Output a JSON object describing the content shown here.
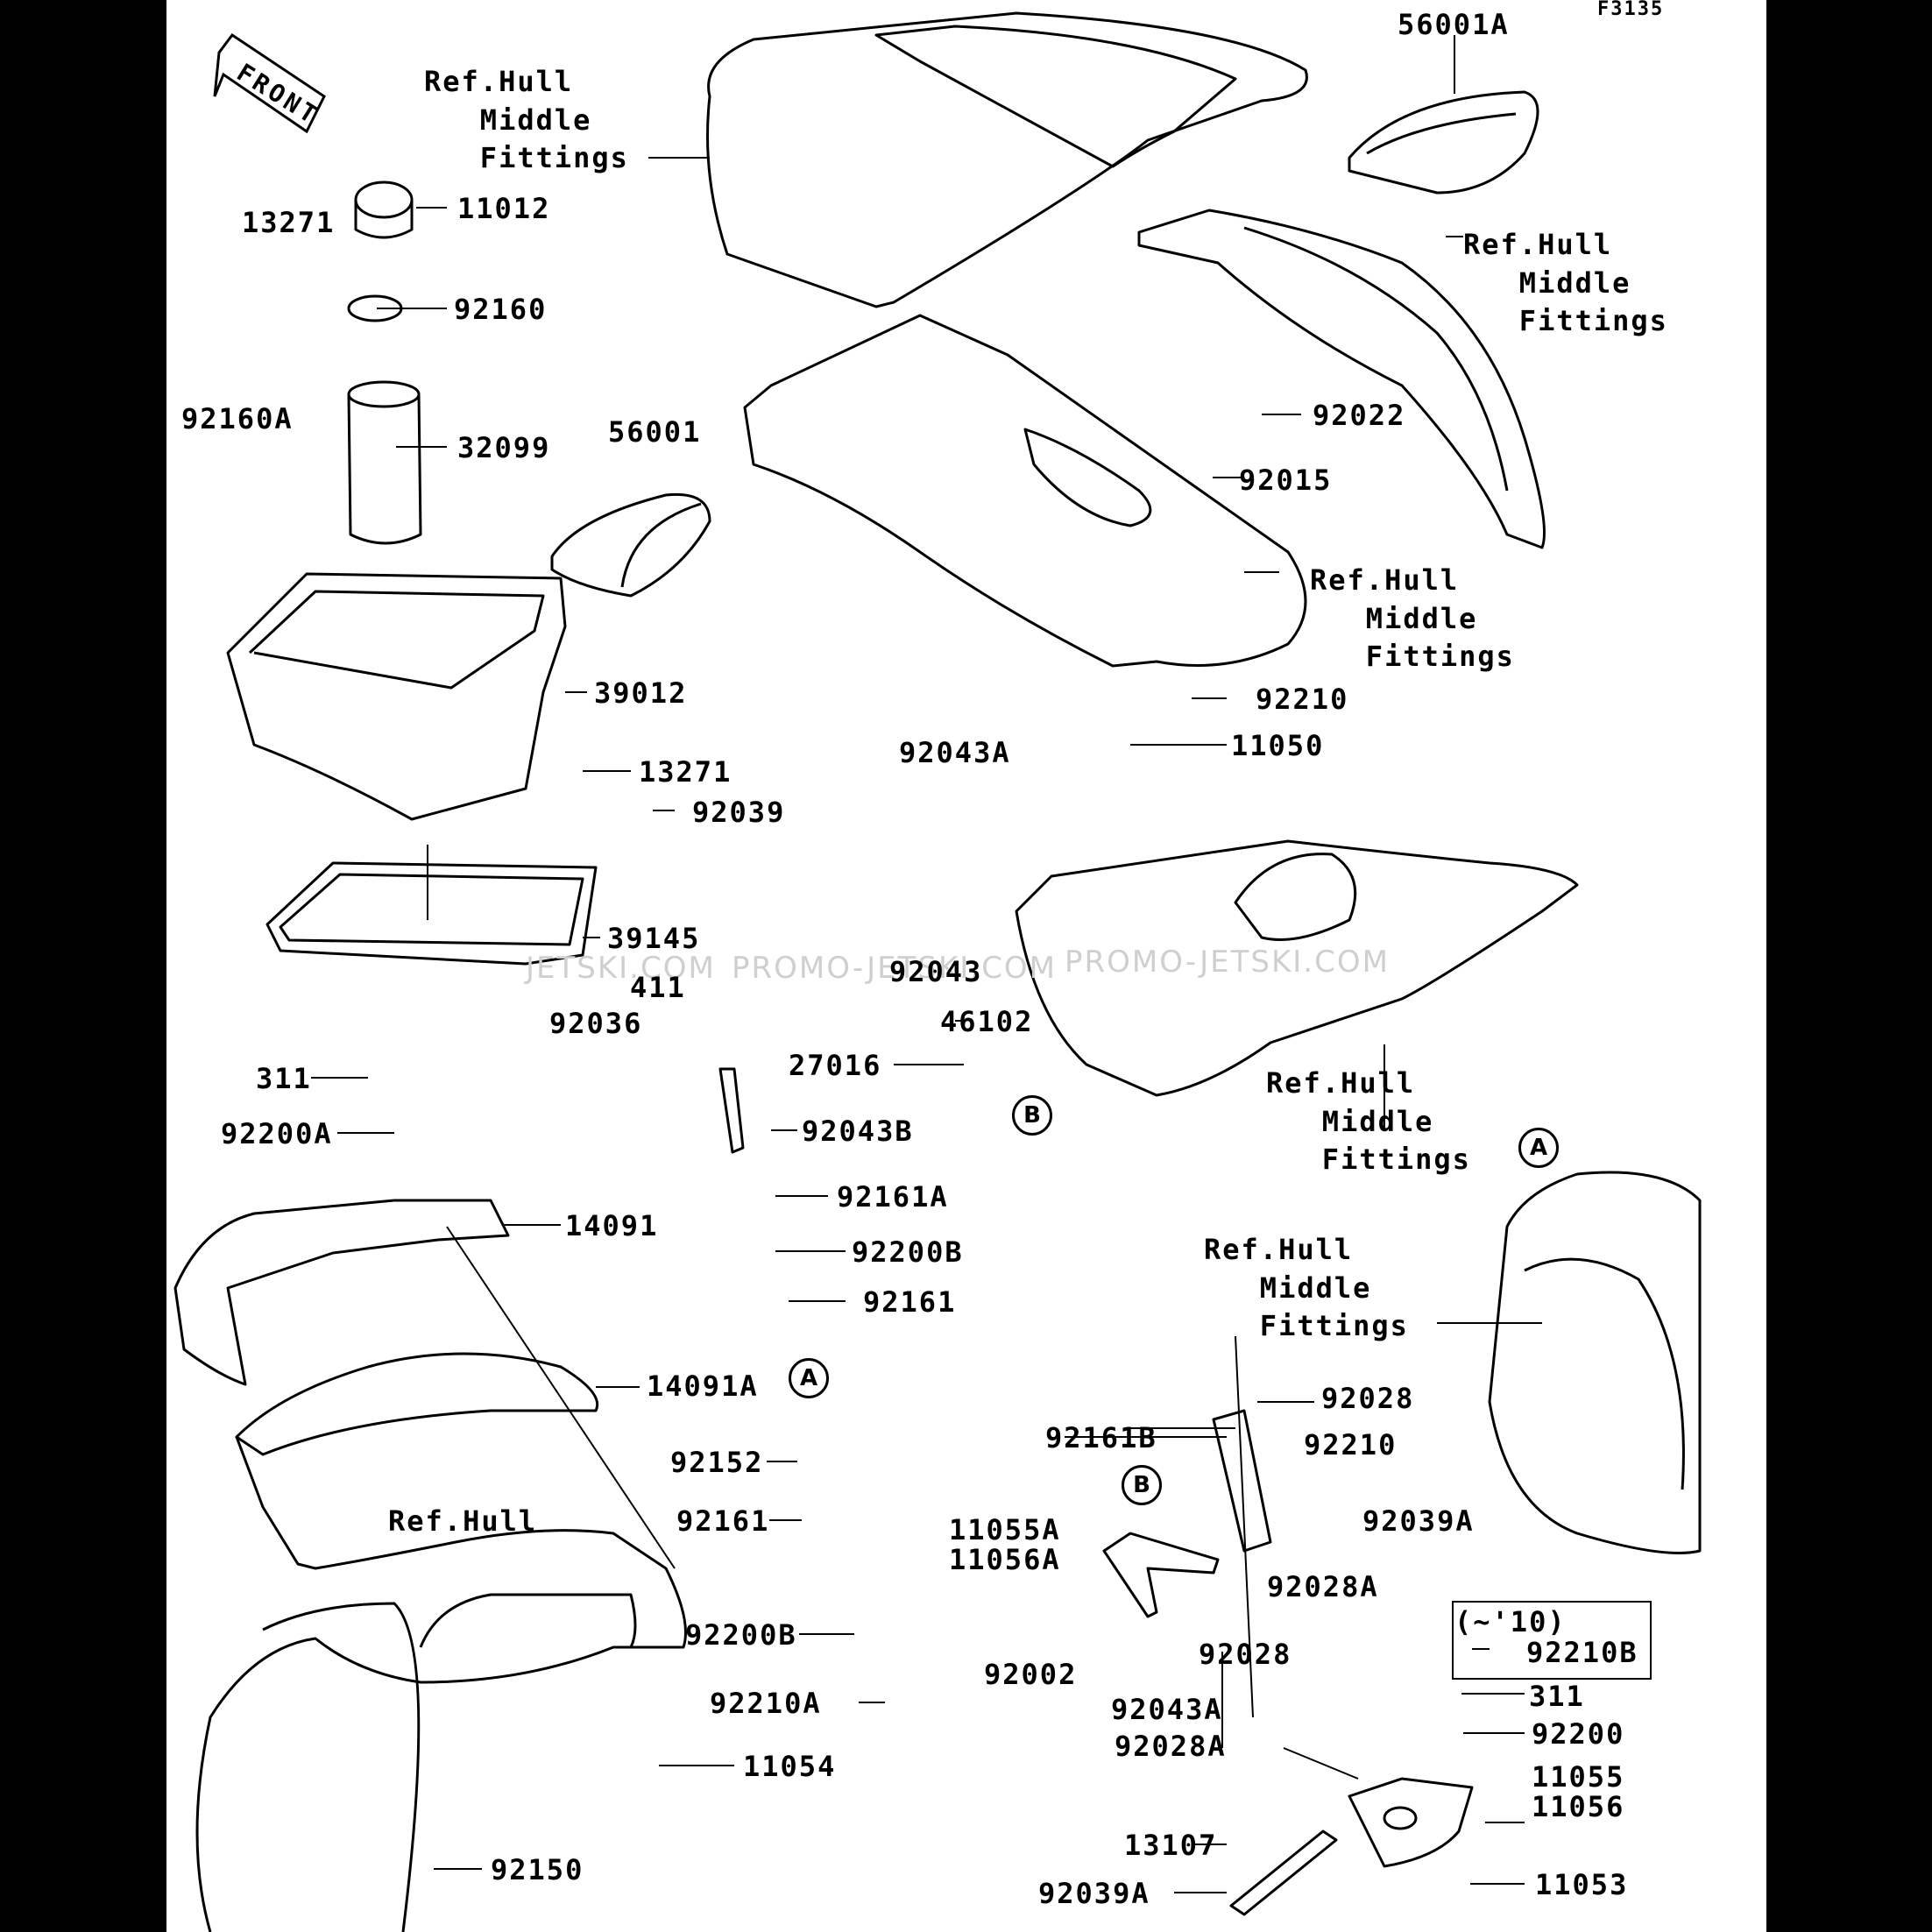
{
  "diagram_code": "F3135",
  "front_marker": "FRONT",
  "watermark": [
    "JETSKI.COM",
    "PROMO-JETSKI.COM",
    "PROMO-JETSKI.COM"
  ],
  "callouts": {
    "a": "A",
    "b": "B"
  },
  "inset_note": "(~'10)",
  "ref_labels": {
    "hull_middle_fittings": "Ref.Hull\n   Middle\n   Fittings",
    "hull": "Ref.Hull"
  },
  "parts": {
    "p56001A": "56001A",
    "p11012": "11012",
    "p13271a": "13271",
    "p92160": "92160",
    "p92160A": "92160A",
    "p32099": "32099",
    "p56001": "56001",
    "p92022": "92022",
    "p92015": "92015",
    "p39012": "39012",
    "p92210": "92210",
    "p11050": "11050",
    "p92043A": "92043A",
    "p13271b": "13271",
    "p92039": "92039",
    "p39145": "39145",
    "p411": "411",
    "p92043": "92043",
    "p92036": "92036",
    "p46102": "46102",
    "p27016": "27016",
    "p311a": "311",
    "p92200A": "92200A",
    "p92043B": "92043B",
    "p92161A": "92161A",
    "p14091": "14091",
    "p92200Ba": "92200B",
    "p92161a": "92161",
    "p14091A": "14091A",
    "p92152": "92152",
    "p92161b": "92161",
    "p92200Bb": "92200B",
    "p92210A": "92210A",
    "p11054": "11054",
    "p92150": "92150",
    "p92028a": "92028",
    "p92161B": "92161B",
    "p92210b": "92210",
    "p11055A": "11055A",
    "p11056A": "11056A",
    "p92039A": "92039A",
    "p92028A": "92028A",
    "p92002": "92002",
    "p92043A_b": "92043A",
    "p92028b": "92028",
    "p92028A_b": "92028A",
    "p92210B": "92210B",
    "p311b": "311",
    "p92200": "92200",
    "p11055": "11055",
    "p11056": "11056",
    "p13107": "13107",
    "p92039A_b": "92039A",
    "p11053": "11053"
  }
}
